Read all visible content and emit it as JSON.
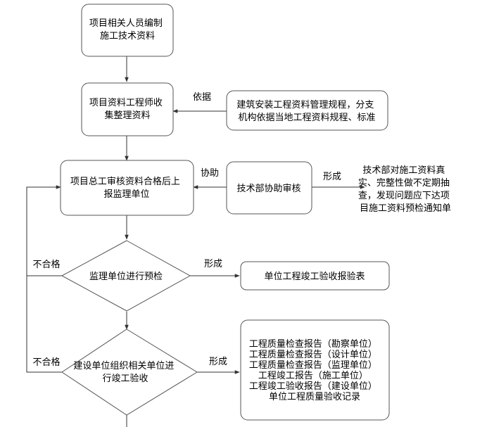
{
  "nodes": {
    "compile": [
      "项目相关人员编制",
      "施工技术资料"
    ],
    "collect": [
      "项目资料工程师收",
      "集整理资料"
    ],
    "regulations": [
      "建筑安装工程资料管理规程，分支",
      "机构依据当地工程资料规程、标准"
    ],
    "review": [
      "项目总工审核资料合格后上",
      "报监理单位"
    ],
    "tech_assist": [
      "技术部协助审核"
    ],
    "tech_inspect": [
      "技术部对施工资料真",
      "实、完整性做不定期抽",
      "查，发现问题应下达项",
      "目施工资料预检通知单"
    ],
    "supervisor_precheck": [
      "监理单位进行预检"
    ],
    "acceptance_form": [
      "单位工程竣工验收报验表"
    ],
    "completion_acceptance": [
      "建设单位组织相关单位进",
      "行竣工验收"
    ],
    "reports": [
      "工程质量检查报告（勘察单位）",
      "工程质量检查报告（设计单位）",
      "工程质量检查报告（监理单位）",
      "工程竣工报告（施工单位）",
      "工程竣工验收报告（建设单位）",
      "单位工程质量验收记录"
    ]
  },
  "edges": {
    "basis": "依据",
    "assist": "协助",
    "form_1": "形成",
    "form_2": "形成",
    "form_3": "形成",
    "fail_1": "不合格",
    "fail_2": "不合格"
  }
}
